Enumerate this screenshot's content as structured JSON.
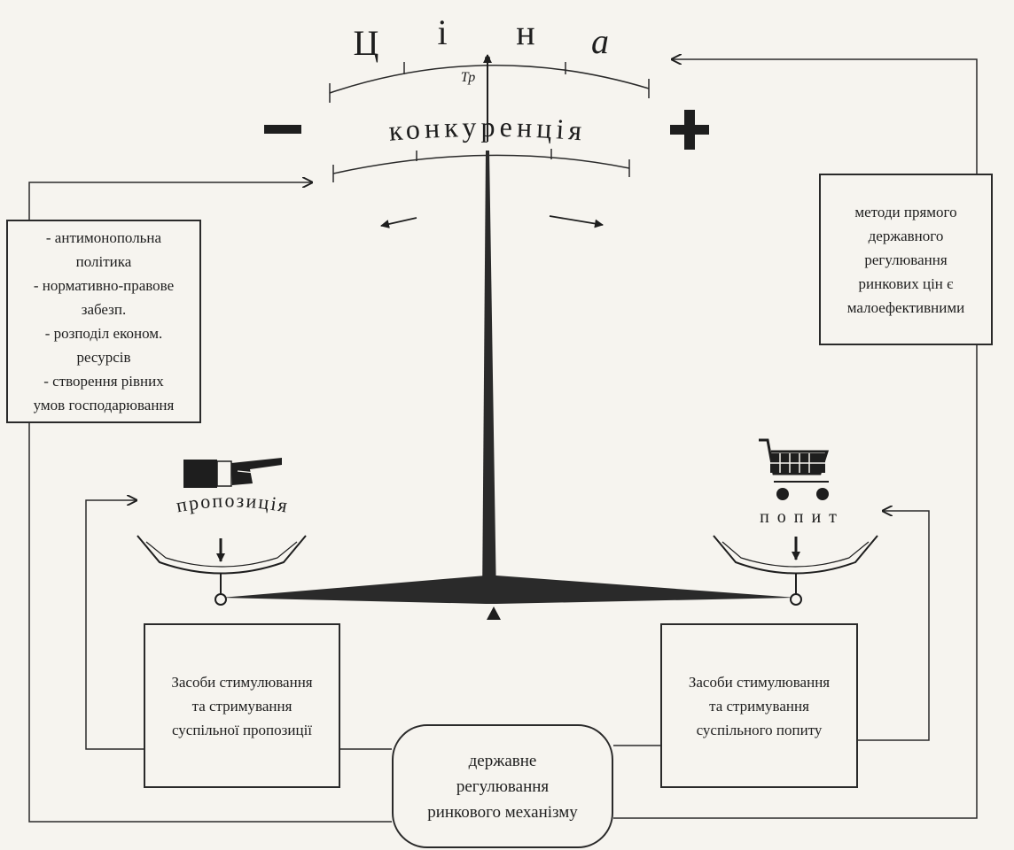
{
  "scale": {
    "price_letters": [
      "Ц",
      "і",
      "н",
      "а"
    ],
    "equilibrium_label": "Тр",
    "competition_text": "конкуренція",
    "minus_sign": "–",
    "plus_sign": "+"
  },
  "left_box": {
    "lines": [
      "- антимонопольна",
      "політика",
      "- нормативно-правове",
      "забезп.",
      "- розподіл економ.",
      "ресурсів",
      "- створення рівних",
      "умов господарювання"
    ]
  },
  "right_box": {
    "lines": [
      "методи прямого",
      "державного",
      "регулювання",
      "ринкових цін є",
      "малоефективними"
    ]
  },
  "supply": {
    "label": "пропозиція",
    "box_lines": [
      "Засоби стимулювання",
      "та стримування",
      "суспільної пропозиції"
    ]
  },
  "demand": {
    "label": "попит",
    "box_lines": [
      "Засоби стимулювання",
      "та стримування",
      "суспільного попиту"
    ]
  },
  "center_box": {
    "lines": [
      "державне",
      "регулювання",
      "ринкового механізму"
    ]
  },
  "colors": {
    "ink": "#1e1e1e",
    "paper": "#f6f4ef"
  },
  "icons": [
    "pointing-hand-icon",
    "shopping-cart-icon"
  ]
}
